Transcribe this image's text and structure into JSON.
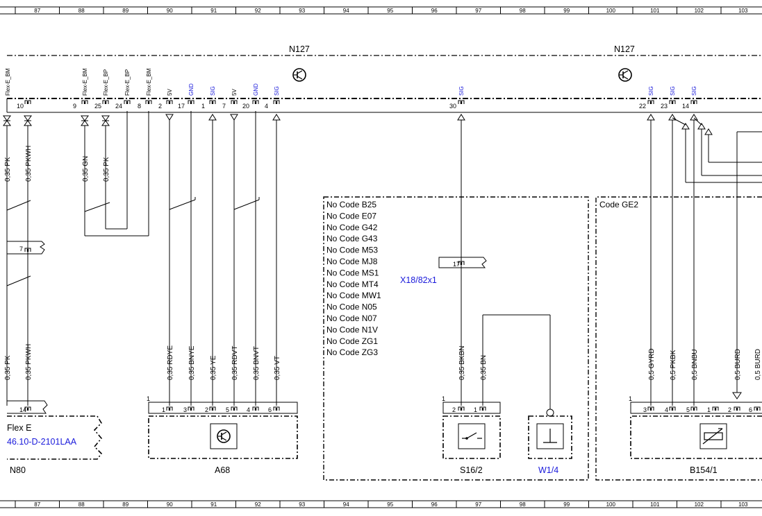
{
  "grid_numbers": [
    "87",
    "88",
    "89",
    "90",
    "91",
    "92",
    "93",
    "94",
    "95",
    "96",
    "97",
    "98",
    "99",
    "100",
    "101",
    "102",
    "103"
  ],
  "modules": {
    "n127_left": "N127",
    "n127_right": "N127"
  },
  "signals": {
    "flex_labels": [
      "Flex-E_BM",
      "Flex-E_BM",
      "Flex-E_BP",
      "Flex-E_BP",
      "Flex-E_BM"
    ],
    "a68_top": [
      "5V",
      "GND",
      "SIG",
      "5V",
      "GND",
      "SIG"
    ],
    "sig": "SIG"
  },
  "top_pins": {
    "left": [
      "10",
      "9",
      "25",
      "24",
      "8"
    ],
    "a68": [
      "2",
      "17",
      "1",
      "7",
      "20",
      "4"
    ],
    "mid": "30",
    "right": [
      "22",
      "23",
      "14"
    ]
  },
  "wires": {
    "upper": [
      "0,35 PK",
      "0,35 PKWH",
      "0,35 GN",
      "0,35 PK"
    ],
    "lower": [
      "0,35 PK",
      "0,35 PKWH"
    ],
    "a68": [
      "0,35 RDYE",
      "0,35 BNYE",
      "0,35 YE",
      "0,35 RDVT",
      "0,35 BNVT",
      "0,35 VT"
    ],
    "s16": [
      "0,35 BKBN",
      "0,35 BN"
    ],
    "b154": [
      "0,5 GYRD",
      "0,5 PKBK",
      "0,5 BNBU",
      "0,5 BURD",
      "0,5 BURD"
    ]
  },
  "connector_pins": {
    "n80": "14",
    "n80_mid": "7",
    "a68": [
      "1",
      "3",
      "2",
      "5",
      "4",
      "6"
    ],
    "s16": [
      "2",
      "1"
    ],
    "b154": [
      "3",
      "4",
      "5",
      "1",
      "2",
      "6"
    ],
    "x18": "17"
  },
  "codes": {
    "no_codes": [
      "No Code B25",
      "No Code E07",
      "No Code G42",
      "No Code G43",
      "No Code M53",
      "No Code MJ8",
      "No Code MS1",
      "No Code MT4",
      "No Code MW1",
      "No Code N05",
      "No Code N07",
      "No Code N1V",
      "No Code ZG1",
      "No Code ZG3"
    ],
    "ge2": "Code GE2"
  },
  "labels": {
    "flex": "Flex E",
    "doc_ref": "46.10-D-2101LAA",
    "n80": "N80",
    "a68": "A68",
    "s16": "S16/2",
    "w14": "W1/4",
    "b154": "B154/1",
    "x18": "X18/82x1",
    "one": "1"
  },
  "colors": {
    "blue": "#1a1adb",
    "ink": "#000000"
  }
}
